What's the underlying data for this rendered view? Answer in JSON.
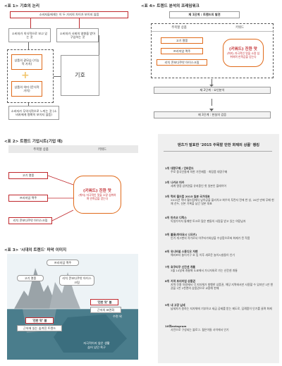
{
  "fig1": {
    "title": "<표 1> 기호의 논리",
    "top_label": "소비자들에게는 이 두 가지의 차이가 보이지 않음",
    "left_top": "소비자가 의식적으로 보고 있는 것",
    "right_top": "소비자가 사회의 영향을 받아 구입하는 것",
    "surface": "상품의 겉모습 (기능적 가치)",
    "meaning": "상품의 의미 (문식적 가치)",
    "sign": "기호",
    "bottom": "소비자가 무의식적으로 느끼는 것 (소비자에게 명확히 보이지 않음)"
  },
  "fig2": {
    "title": "<표 2> 트렌드 기업시트(기업 예)",
    "col1": "주목할 상품",
    "col2": "키워드",
    "items": [
      "고기 열풍",
      "프리미엄 맥주",
      "리치 콘보다쿠앗 아이스크림"
    ],
    "keyword_title": "(키워드) 진한 맛",
    "keyword_sub": "(취지) 자극적인 맛을 소량 섭취하며 만족감을 얻는다"
  },
  "fig3": {
    "title": "<표 3> '시대의 트렌드' 파악 이미지",
    "peaks": [
      "프리미엄 맥주",
      "고기 열풍",
      "리치 콘보다쿠앗 아이스크림"
    ],
    "left_label": "'진한 맛' 붐",
    "left_sub": "근저에 있는 숨겨진 트렌드",
    "right_label": "'진한 맛' 붐",
    "right_sub": "근저의 표면화",
    "level": "수면 위",
    "bottom_label": "자극적이지 않은 생활",
    "bottom_sub": "숨어 있던 욕구"
  },
  "fig4": {
    "title": "<표 4> 트렌드 분석의 프레임워크",
    "step1": "제 1단계 : 트렌드의 발견",
    "col1": "주목할 상품",
    "col2": "키워드",
    "items": [
      "고기 열풍",
      "프리미엄 맥주",
      "리치 콘보다쿠앗 아이스크림"
    ],
    "keyword_title": "(키워드) 진한 맛",
    "keyword_sub": "(취지) 자극적인 맛을 소량 섭취하며 만족감을 얻는다",
    "step2": "제 2단계 : 요인분석",
    "step3": "제 3단계 : 현실의 검증"
  },
  "ranking": {
    "title": "덴츠가 발표한 '2015 주목할 만한 화제의 상품' 랭킹",
    "items": [
      {
        "rank": "1위",
        "name": "대량구매 / 인바운드",
        "desc": "주로 중국인들에 의한 가전제품 · 화장품 대량구매"
      },
      {
        "rank": "2위",
        "name": "나카코 미카",
        "desc": "세계 열정 상위권을 유지중인 첫 일본인 플레이어"
      },
      {
        "rank": "3위",
        "name": "럭비 월드컵 2015 일본 국가대표",
        "desc": "2015년 럭비 월드컵에서 남아공을 물리치고 최우의 투런자 전에 반 성, 20년 만에 무패 현재 선두, 신본 기록을 남긴 일본 대표"
      },
      {
        "rank": "4위",
        "name": "마츠코 디럭스",
        "desc": "독설가이자 통쾌한 토크로 많은 팬들의 사랑을 받고 있는 여장남자"
      },
      {
        "rank": "5위",
        "name": "불꽃(마타요시 나오키)",
        "desc": "인기 개그맨의 작가로서 아쿠타가와상을 수상함으로써 화제가 된 작품"
      },
      {
        "rank": "6위",
        "name": "유니버설 스튜디오 저팬",
        "desc": "해리포터 놀이기구 호 입 이후 새로운 놀이시설들이 인기"
      },
      {
        "rank": "7위",
        "name": "호쿠리쿠 신칸센 개통",
        "desc": "3월 14일에 개통해 도쿄에서 가나자와로 가는 신칸센 개통"
      },
      {
        "rank": "8위",
        "name": "지역 프리미엄 상품권",
        "desc": "지역 진흥 차원에서 각 지자체가 발행한 상품권, 해당 지역에서만 사용할 수 있지만 1만 엔권을 1만 2천엔의 상품권으로 교환해 판매"
      },
      {
        "rank": "9위",
        "name": "내 고장 납세",
        "desc": "납세자가 원하는 지자체에 기부하고 세금 공제를 받는 제도로, 답례품이 인기를 끌며 화제"
      },
      {
        "rank": "10위",
        "name": "Instagram",
        "desc": "사진으로 구성되는 블로그. 젊은이들 사이에서 인기"
      }
    ]
  },
  "colors": {
    "red": "#c0282d",
    "orange": "#e06a1a",
    "yellow": "#f2c66d",
    "panel_gray": "#e9e9e9",
    "teal": "#4a7d8c"
  }
}
